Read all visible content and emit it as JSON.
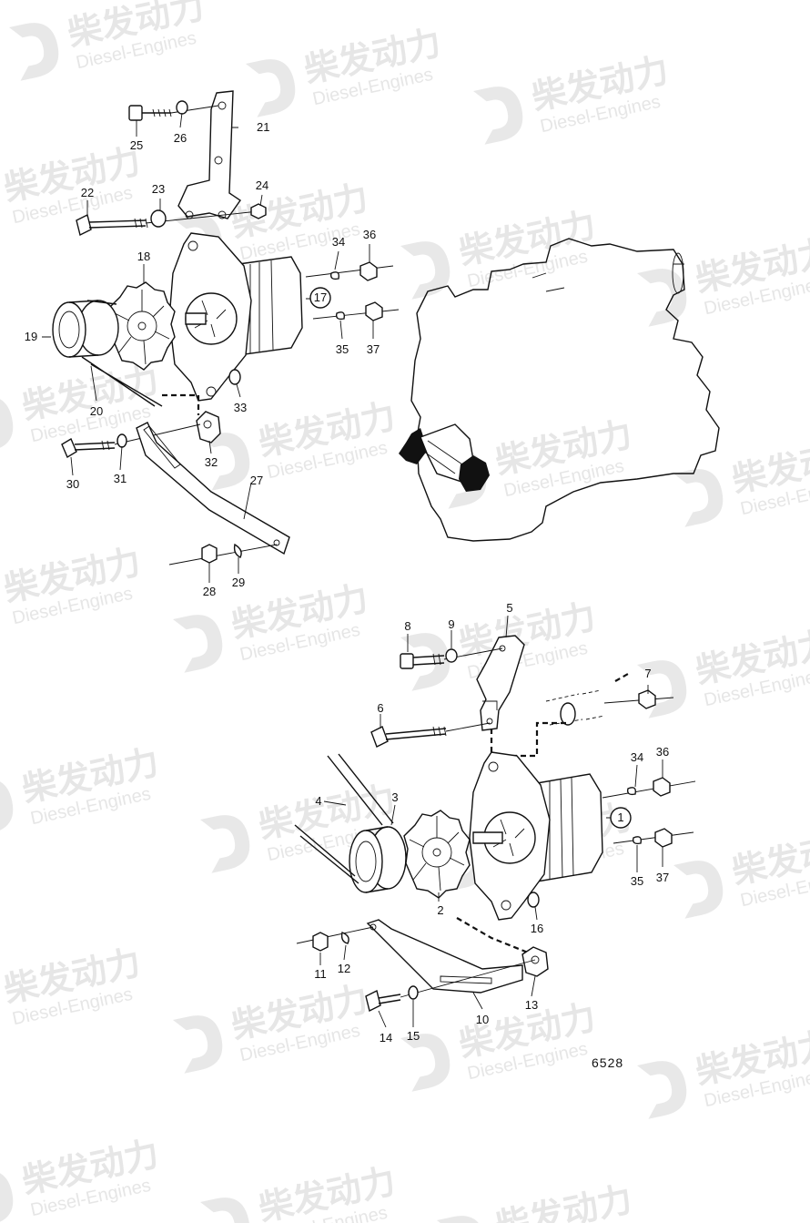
{
  "watermark": {
    "text_cn": "柴发动力",
    "text_en": "Diesel-Engines"
  },
  "drawing_number": "6528",
  "labels_top": {
    "p17": "17",
    "p18": "18",
    "p19": "19",
    "p20": "20",
    "p21": "21",
    "p22": "22",
    "p23": "23",
    "p24": "24",
    "p25": "25",
    "p26": "26",
    "p27": "27",
    "p28": "28",
    "p29": "29",
    "p30": "30",
    "p31": "31",
    "p32": "32",
    "p33": "33",
    "p34": "34",
    "p35": "35",
    "p36": "36",
    "p37": "37"
  },
  "labels_bottom": {
    "p1": "1",
    "p2": "2",
    "p3": "3",
    "p4": "4",
    "p5": "5",
    "p6": "6",
    "p7": "7",
    "p8": "8",
    "p9": "9",
    "p10": "10",
    "p11": "11",
    "p12": "12",
    "p13": "13",
    "p14": "14",
    "p15": "15",
    "p16": "16",
    "p34": "34",
    "p35": "35",
    "p36": "36",
    "p37": "37"
  }
}
